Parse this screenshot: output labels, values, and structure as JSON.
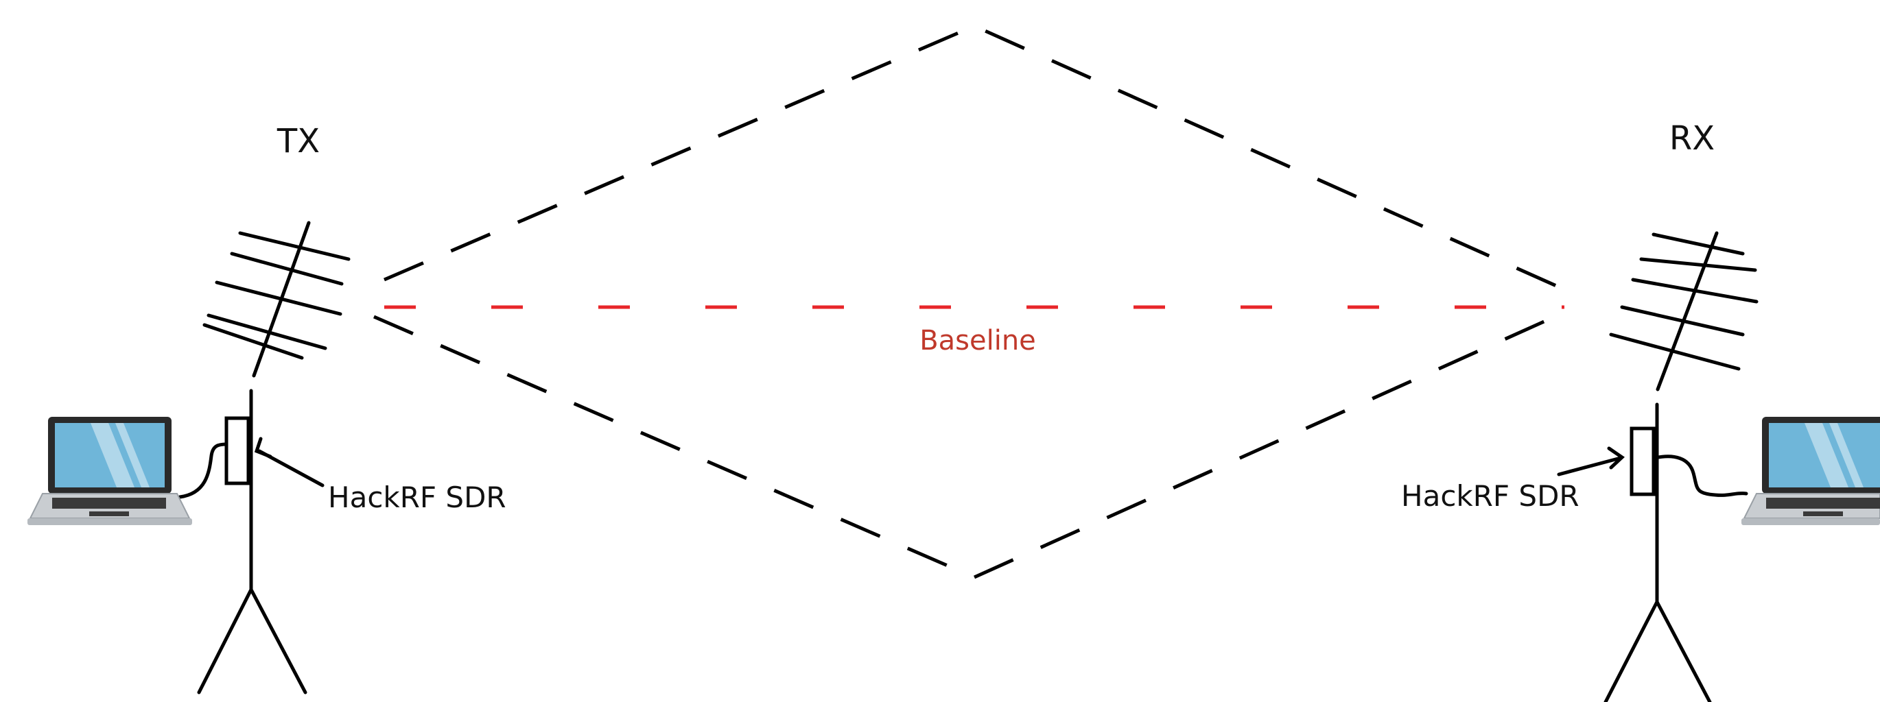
{
  "stations": [
    {
      "id": "tx",
      "label": "TX",
      "device_label": "HackRF SDR"
    },
    {
      "id": "rx",
      "label": "RX",
      "device_label": "HackRF SDR"
    }
  ],
  "baseline": {
    "label": "Baseline",
    "color": "#e8262a",
    "label_color": "#c0392b"
  },
  "colors": {
    "line": "#000000",
    "laptop_screen": "#6fb6d9",
    "laptop_frame": "#2a2a2a",
    "laptop_base": "#c9cdd1"
  },
  "icons": [
    "yagi-antenna-icon",
    "laptop-icon",
    "sdr-device-icon",
    "tripod-icon",
    "arrow-icon"
  ]
}
